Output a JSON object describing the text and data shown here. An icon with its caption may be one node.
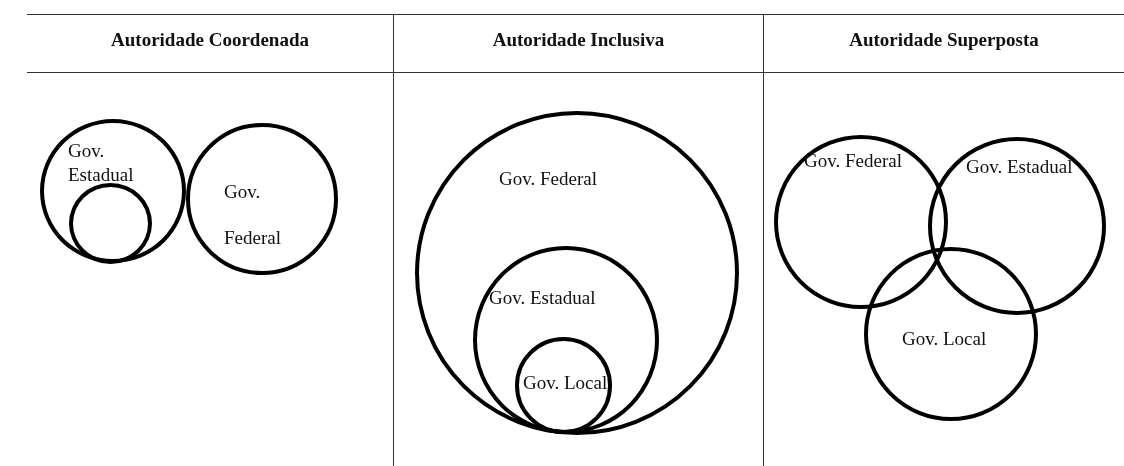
{
  "diagram": {
    "nodes": [
      {
        "text": [
          "Autoridade Coordenada"
        ]
      },
      {
        "text": [
          "Gov. Estadual"
        ],
        "in": 0
      },
      {
        "text": [],
        "shape": "circle",
        "in": 1
      },
      {
        "text": [
          "Gov. Federal"
        ],
        "in": 0
      },
      {
        "text": [
          "Autoridade Inclusiva"
        ]
      },
      {
        "text": [
          "Gov. Federal"
        ],
        "in": 4
      },
      {
        "text": [
          "Gov. Estadual"
        ],
        "in": 5
      },
      {
        "text": [
          "Gov. Local"
        ],
        "in": 6
      },
      {
        "text": [
          "Autoridade Superposta"
        ]
      },
      {
        "text": [
          "Gov. Federal"
        ],
        "in": 8
      },
      {
        "text": [
          "Gov. Estadual"
        ],
        "in": 8
      },
      {
        "text": [
          "Gov. Local"
        ],
        "in": 8
      }
    ],
    "edges": []
  }
}
